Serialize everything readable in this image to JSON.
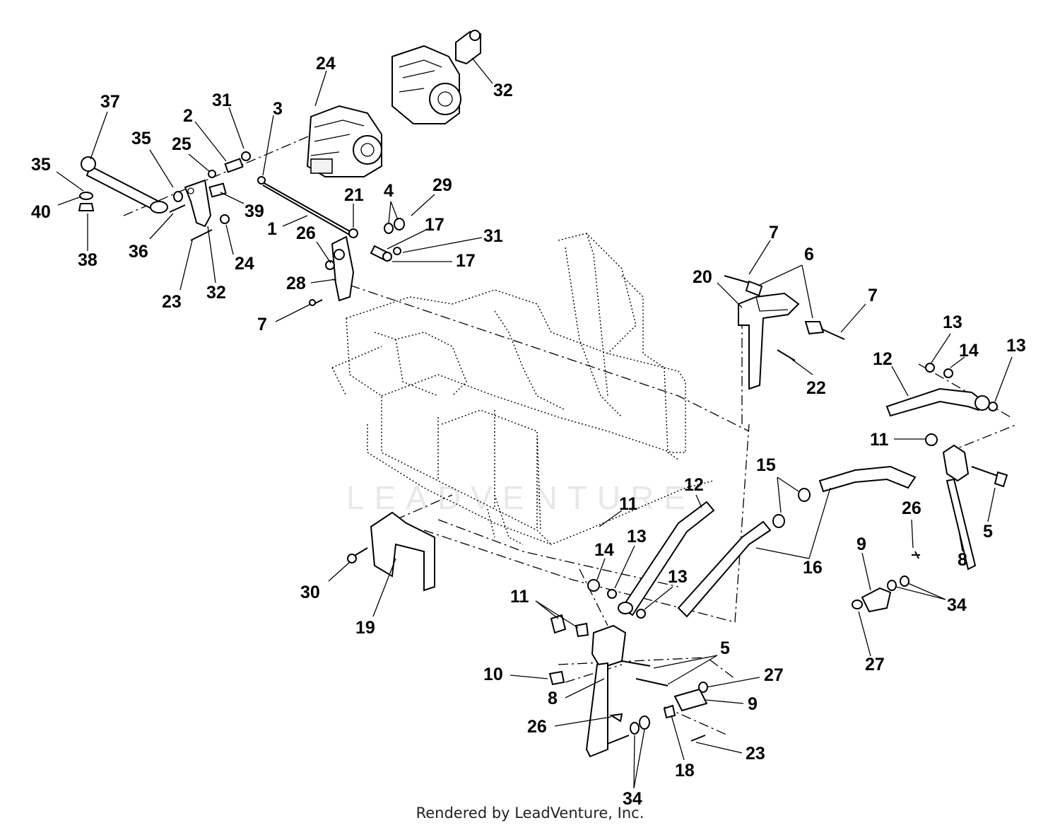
{
  "watermark": "LEADVENTURE",
  "footer": "Rendered by LeadVenture, Inc.",
  "callouts": {
    "c24a": "24",
    "c32a": "32",
    "c37": "37",
    "c31a": "31",
    "c3": "3",
    "c2": "2",
    "c35a": "35",
    "c25": "25",
    "c35b": "35",
    "c40": "40",
    "c38": "38",
    "c36": "36",
    "c39": "39",
    "c23a": "23",
    "c32b": "32",
    "c24b": "24",
    "c1": "1",
    "c21": "21",
    "c4": "4",
    "c29": "29",
    "c17a": "17",
    "c31b": "31",
    "c17b": "17",
    "c26a": "26",
    "c28": "28",
    "c7a": "7",
    "c7b": "7",
    "c6": "6",
    "c20": "20",
    "c7c": "7",
    "c22": "22",
    "c13a": "13",
    "c14a": "14",
    "c13b": "13",
    "c12a": "12",
    "c11a": "11",
    "c5a": "5",
    "c15": "15",
    "c12b": "12",
    "c11b": "11",
    "c26b": "26",
    "c14b": "14",
    "c13c": "13",
    "c13d": "13",
    "c16": "16",
    "c8a": "8",
    "c9a": "9",
    "c34a": "34",
    "c27a": "27",
    "c30": "30",
    "c19": "19",
    "c11c": "11",
    "c5b": "5",
    "c10": "10",
    "c27b": "27",
    "c8b": "8",
    "c9b": "9",
    "c26c": "26",
    "c23b": "23",
    "c18": "18",
    "c34b": "34"
  }
}
